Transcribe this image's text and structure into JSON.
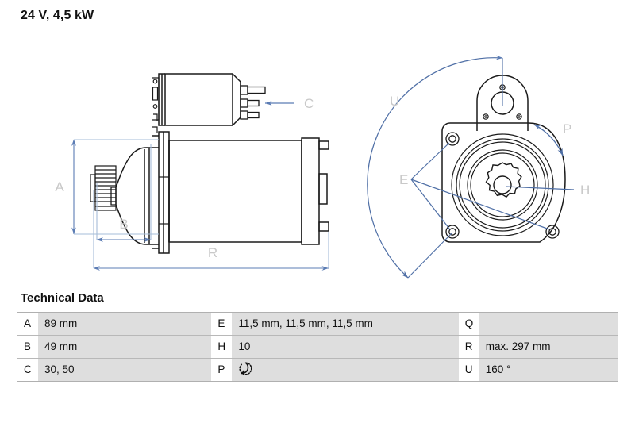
{
  "title": "24 V, 4,5 kW",
  "technical_data": {
    "heading": "Technical Data",
    "rows": [
      {
        "k1": "A",
        "v1": "89 mm",
        "k2": "E",
        "v2": "11,5 mm, 11,5 mm, 11,5 mm",
        "k3": "Q",
        "v3": ""
      },
      {
        "k1": "B",
        "v1": "49 mm",
        "k2": "H",
        "v2": "10",
        "k3": "R",
        "v3": "max. 297 mm"
      },
      {
        "k1": "C",
        "v1": "30, 50",
        "k2": "P",
        "v2": "",
        "k3": "U",
        "v3": "160 °"
      }
    ],
    "p_icon": "counterclockwise-rotation-icon"
  },
  "drawing": {
    "side_view": {
      "name": "starter-motor-side-view",
      "labels": {
        "A": "A",
        "B": "B",
        "C": "C",
        "R": "R"
      },
      "parts": [
        "pinion-gear",
        "drive-end-housing",
        "mounting-flange",
        "solenoid",
        "terminal-studs",
        "motor-body",
        "commutator-end-cap"
      ]
    },
    "front_view": {
      "name": "starter-motor-front-view",
      "labels": {
        "E": "E",
        "H": "H",
        "P": "P",
        "U": "U"
      },
      "parts": [
        "top-mounting-boss",
        "square-flange",
        "mounting-holes",
        "concentric-bearing-rings",
        "pinion-splines"
      ]
    }
  },
  "colors": {
    "line": "#1a1a1a",
    "dimension": "#5b7cb4",
    "dimension_label": "#c9c9c9",
    "table_value_bg": "#dedede",
    "table_key_bg": "#ffffff",
    "table_border": "#b8b8b8",
    "text": "#111111"
  }
}
